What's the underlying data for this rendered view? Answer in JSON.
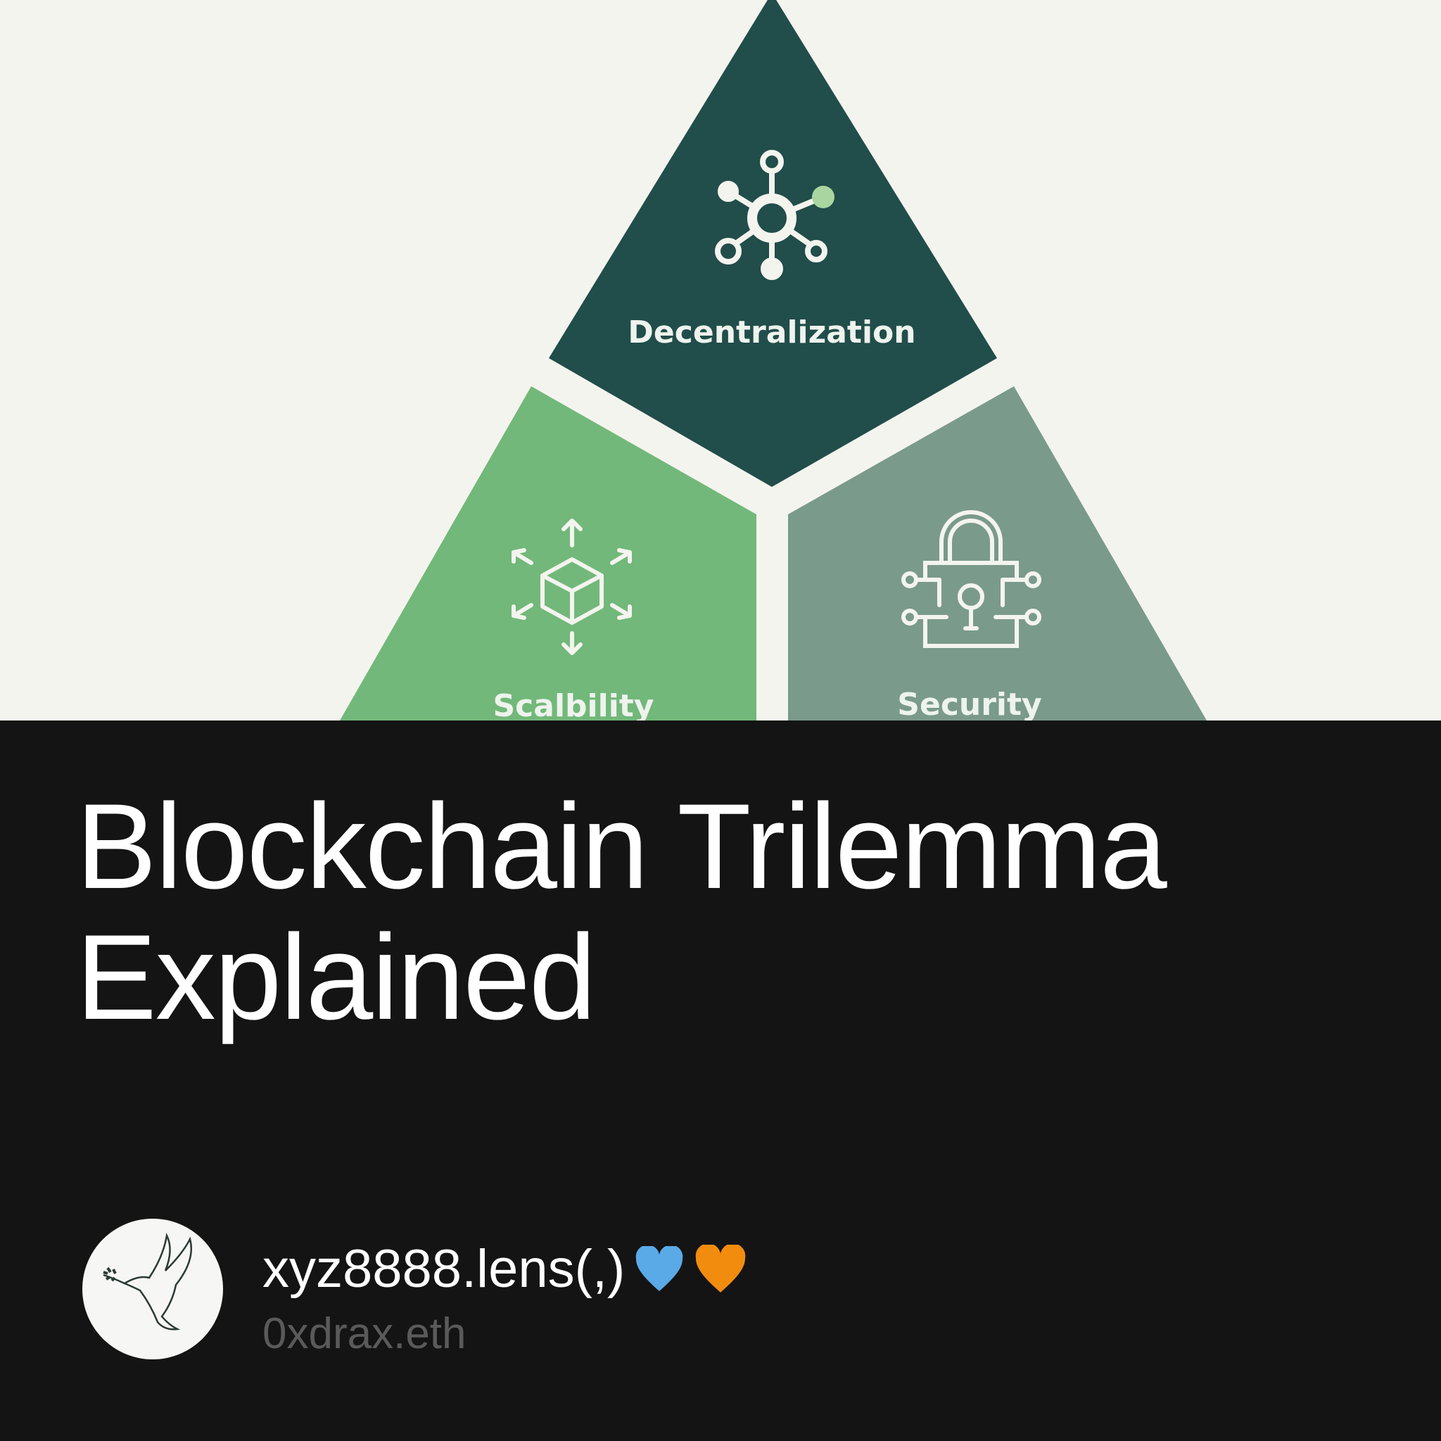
{
  "diagram": {
    "segments": [
      {
        "label": "Decentralization",
        "icon": "network-nodes-icon",
        "color": "#214d4a"
      },
      {
        "label": "Scalbility",
        "icon": "cube-expand-icon",
        "color": "#72b87a"
      },
      {
        "label": "Security",
        "icon": "circuit-lock-icon",
        "color": "#7a9a8c"
      }
    ],
    "background": "#f4f4ee",
    "accent_node_color": "#a9d6a0"
  },
  "post": {
    "title_line1": "Blockchain Trilemma",
    "title_line2": "Explained"
  },
  "author": {
    "avatar_icon": "dove-icon",
    "name": "xyz8888.lens(,)",
    "emojis": [
      "blue-heart-icon",
      "orange-heart-icon"
    ],
    "blue_heart_color": "#5aaae8",
    "orange_heart_color": "#f28c0f",
    "handle": "0xdrax.eth"
  }
}
